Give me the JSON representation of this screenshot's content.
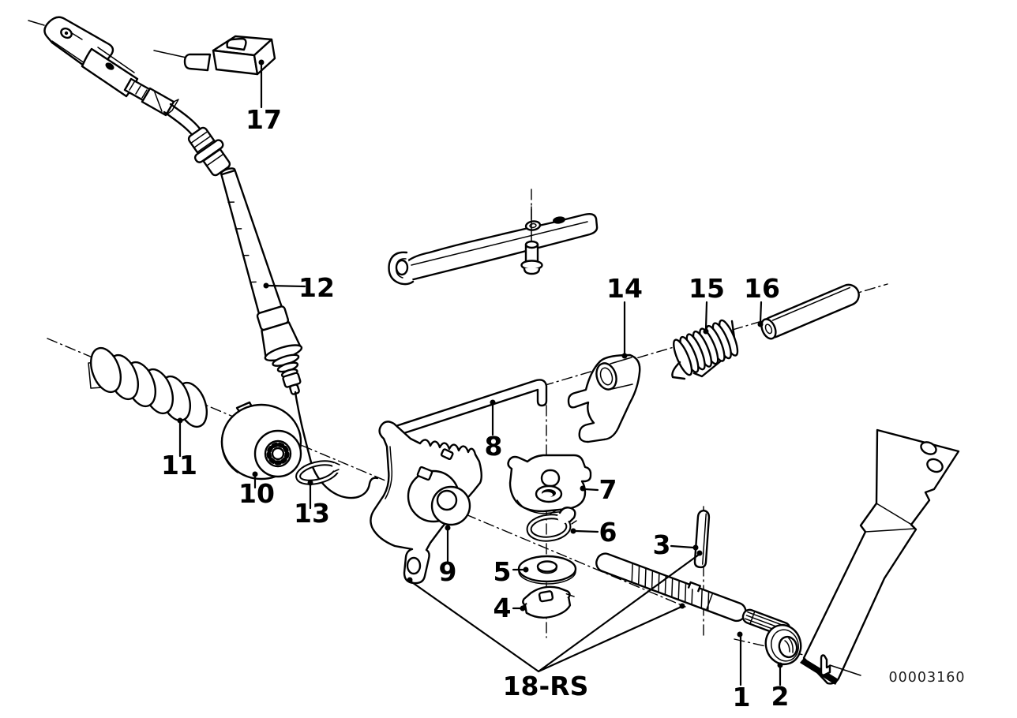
{
  "diagram": {
    "description": "Gear shift / shifting parts exploded technical drawing",
    "image_code": "00003160",
    "callouts": {
      "1": "1",
      "2": "2",
      "3": "3",
      "4": "4",
      "5": "5",
      "6": "6",
      "7": "7",
      "8": "8",
      "9": "9",
      "10": "10",
      "11": "11",
      "12": "12",
      "13": "13",
      "14": "14",
      "15": "15",
      "16": "16",
      "17": "17",
      "18rs": "18-RS"
    }
  },
  "colors": {
    "ink": "#000000",
    "paper": "#ffffff"
  }
}
